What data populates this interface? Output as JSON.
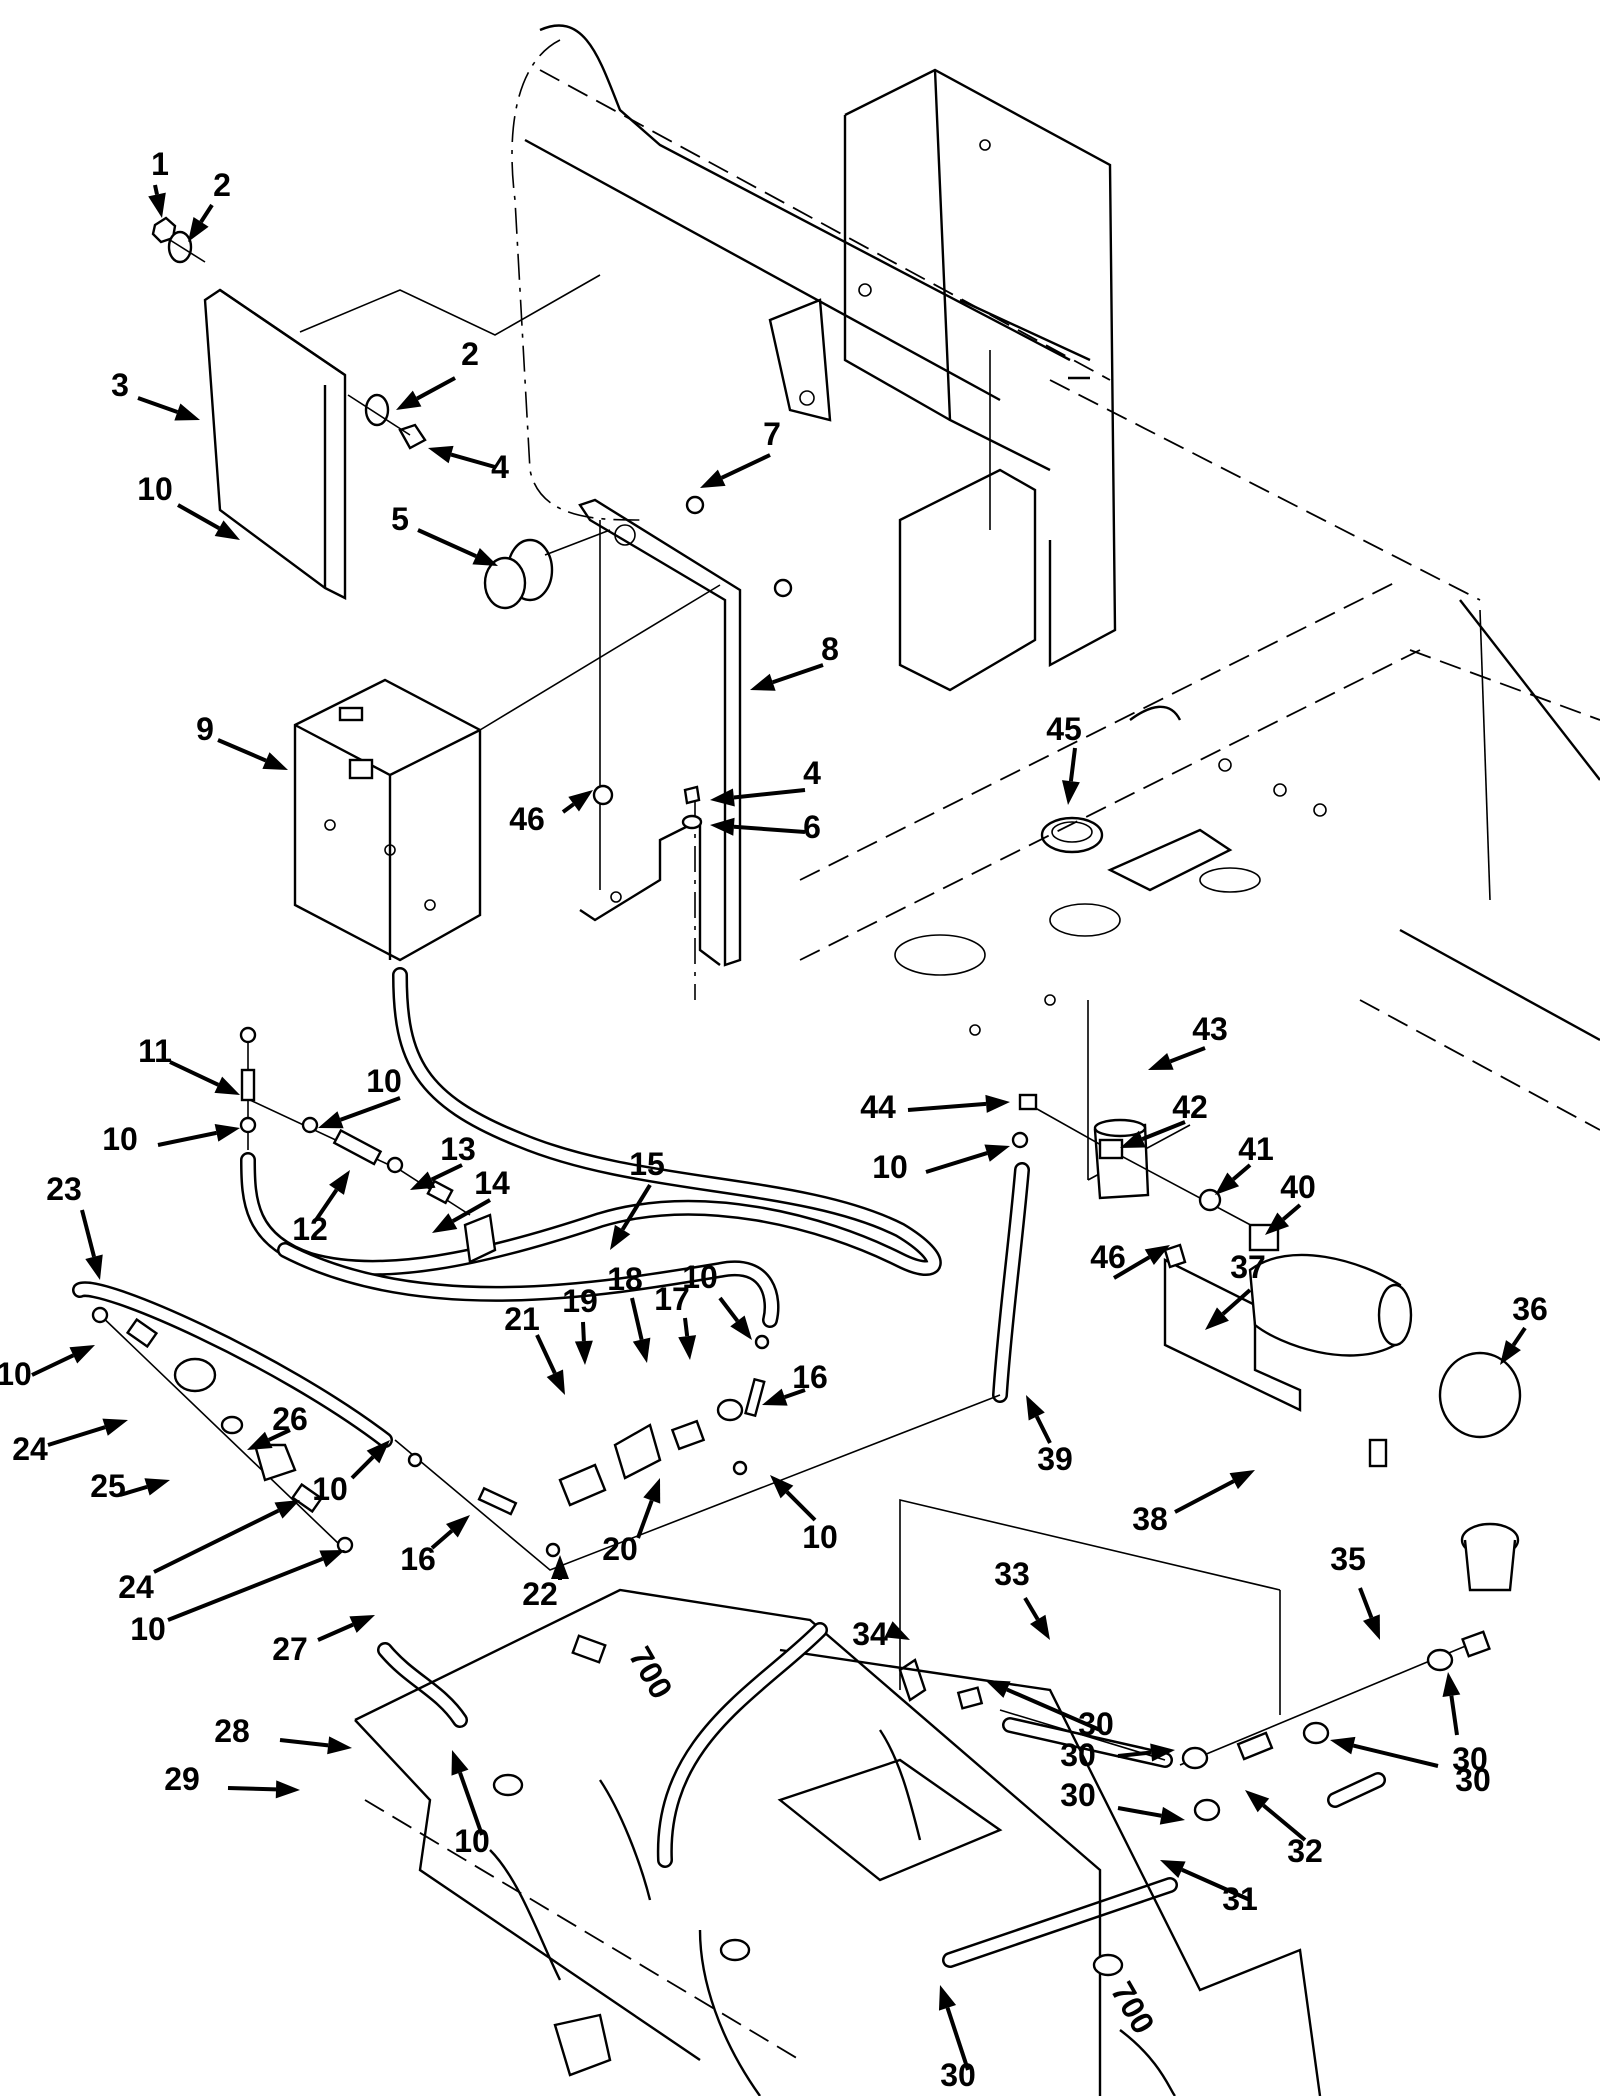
{
  "diagram": {
    "type": "exploded-parts-view",
    "callouts": [
      {
        "id": "c1",
        "label": "1"
      },
      {
        "id": "c2a",
        "label": "2"
      },
      {
        "id": "c2b",
        "label": "2"
      },
      {
        "id": "c3",
        "label": "3"
      },
      {
        "id": "c4a",
        "label": "4"
      },
      {
        "id": "c5",
        "label": "5"
      },
      {
        "id": "c7",
        "label": "7"
      },
      {
        "id": "c8",
        "label": "8"
      },
      {
        "id": "c9",
        "label": "9"
      },
      {
        "id": "c46a",
        "label": "46"
      },
      {
        "id": "c4b",
        "label": "4"
      },
      {
        "id": "c6",
        "label": "6"
      },
      {
        "id": "c45",
        "label": "45"
      },
      {
        "id": "c10a",
        "label": "10"
      },
      {
        "id": "c11",
        "label": "11"
      },
      {
        "id": "c10b",
        "label": "10"
      },
      {
        "id": "c10c",
        "label": "10"
      },
      {
        "id": "c12",
        "label": "12"
      },
      {
        "id": "c13",
        "label": "13"
      },
      {
        "id": "c14",
        "label": "14"
      },
      {
        "id": "c15",
        "label": "15"
      },
      {
        "id": "c23",
        "label": "23"
      },
      {
        "id": "c43",
        "label": "43"
      },
      {
        "id": "c44",
        "label": "44"
      },
      {
        "id": "c42",
        "label": "42"
      },
      {
        "id": "c10d",
        "label": "10"
      },
      {
        "id": "c41",
        "label": "41"
      },
      {
        "id": "c40",
        "label": "40"
      },
      {
        "id": "c46b",
        "label": "46"
      },
      {
        "id": "c37",
        "label": "37"
      },
      {
        "id": "c36",
        "label": "36"
      },
      {
        "id": "c10e",
        "label": "10"
      },
      {
        "id": "c24a",
        "label": "24"
      },
      {
        "id": "c26",
        "label": "26"
      },
      {
        "id": "c19",
        "label": "19"
      },
      {
        "id": "c18",
        "label": "18"
      },
      {
        "id": "c17",
        "label": "17"
      },
      {
        "id": "c10f",
        "label": "10"
      },
      {
        "id": "c16a",
        "label": "16"
      },
      {
        "id": "c21",
        "label": "21"
      },
      {
        "id": "c39",
        "label": "39"
      },
      {
        "id": "c25",
        "label": "25"
      },
      {
        "id": "c10g",
        "label": "10"
      },
      {
        "id": "c16b",
        "label": "16"
      },
      {
        "id": "c20",
        "label": "20"
      },
      {
        "id": "c10h",
        "label": "10"
      },
      {
        "id": "c38",
        "label": "38"
      },
      {
        "id": "c24b",
        "label": "24"
      },
      {
        "id": "c22",
        "label": "22"
      },
      {
        "id": "c10i",
        "label": "10"
      },
      {
        "id": "c34",
        "label": "34"
      },
      {
        "id": "c33",
        "label": "33"
      },
      {
        "id": "c35",
        "label": "35"
      },
      {
        "id": "c27",
        "label": "27"
      },
      {
        "id": "c28",
        "label": "28"
      },
      {
        "id": "c30a",
        "label": "30"
      },
      {
        "id": "c30b",
        "label": "30"
      },
      {
        "id": "c30c",
        "label": "30"
      },
      {
        "id": "c29",
        "label": "29"
      },
      {
        "id": "c32",
        "label": "32"
      },
      {
        "id": "c10j",
        "label": "10"
      },
      {
        "id": "c31",
        "label": "31"
      },
      {
        "id": "c30d",
        "label": "30"
      }
    ],
    "frame_marking": "700"
  }
}
